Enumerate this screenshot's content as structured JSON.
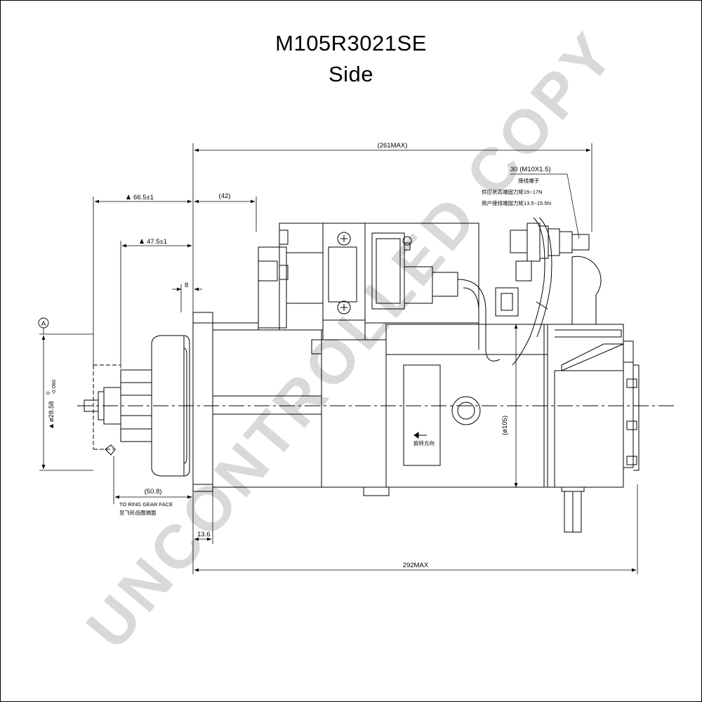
{
  "drawing": {
    "title": "M105R3021SE",
    "view": "Side"
  },
  "watermark": {
    "text": "UNCONTROLLED COPY",
    "color": "#d9d9d9"
  },
  "datum": {
    "label": "A"
  },
  "dimensions": {
    "overall_top": "(261MAX)",
    "terminal_offset": "(42)",
    "flange_66": "66.5±1",
    "flange_47": "47.5±1",
    "gap_8": "8",
    "pilot_dia": "ø28.58",
    "pilot_tol_upper": "0",
    "pilot_tol_lower": "-0.060",
    "ring_gear": "(50.8)",
    "flange_thickness": "13.6",
    "overall_bottom": "292MAX",
    "body_dia": "(ø105)"
  },
  "notes": {
    "terminal": "30  (M10X1.5)",
    "terminal_cn": "接线端子",
    "torque_1": "供应状态端固力矩15~17N",
    "torque_2": "用户接线端固力矩13.5~15.5N",
    "ring_gear_face": "TO RING GEAR FACE",
    "ring_gear_face_cn": "至飞轮齿圈端面",
    "rotation_cn": "旋转方向"
  }
}
